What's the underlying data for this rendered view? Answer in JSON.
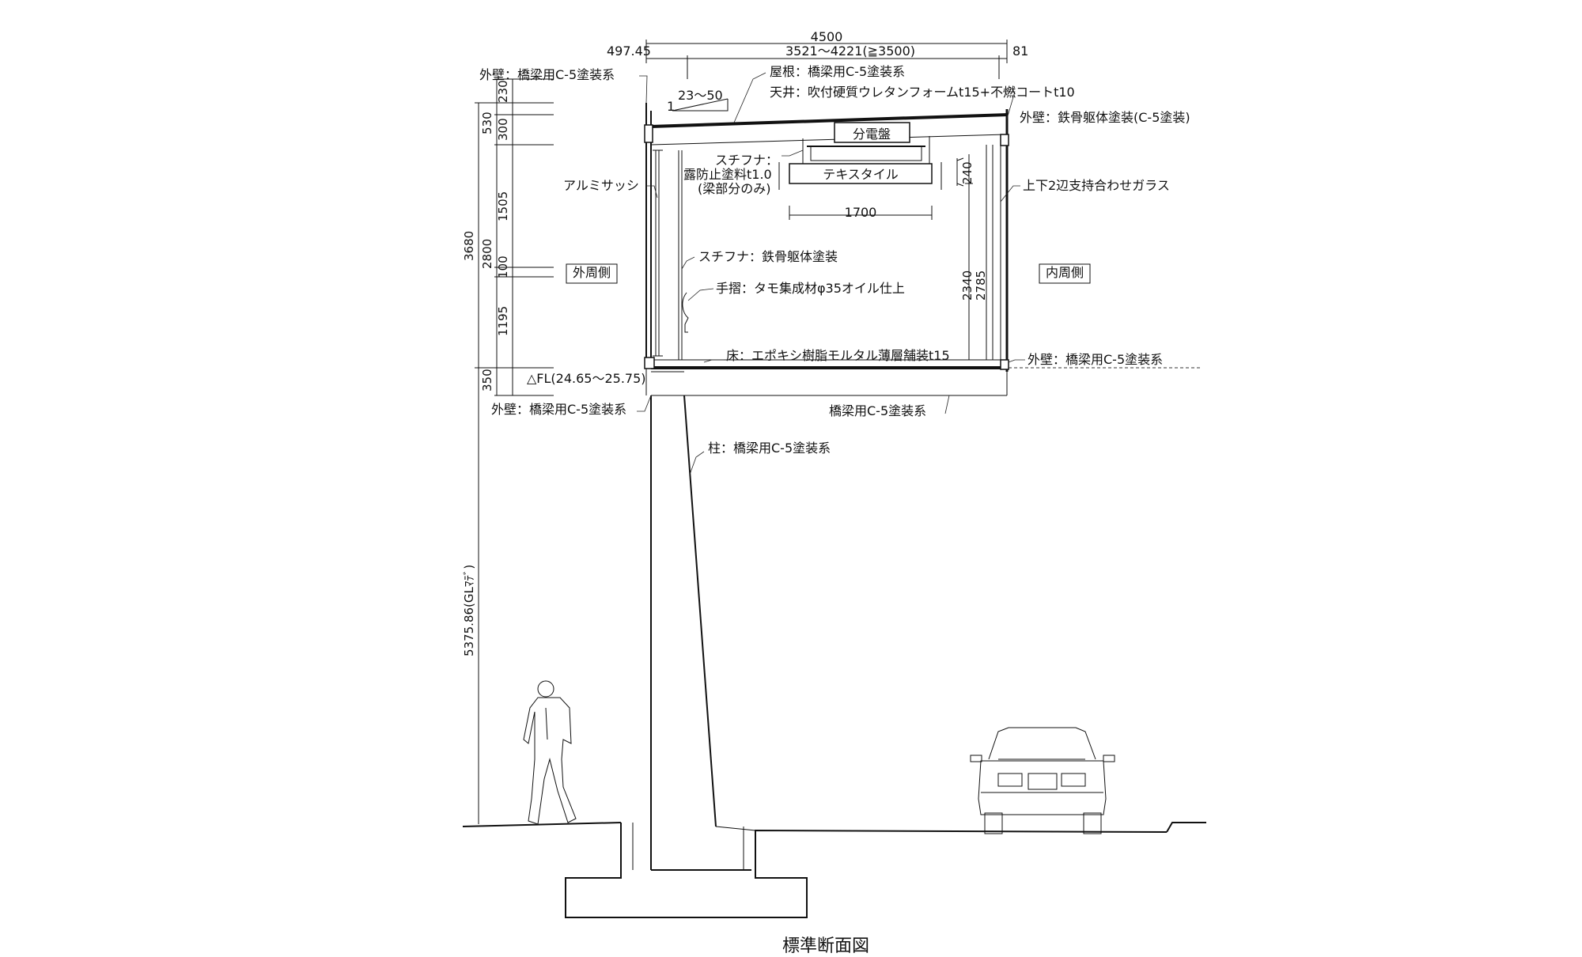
{
  "title": "標準断面図",
  "dimensions": {
    "total_width": "4500",
    "left_offset": "497.45",
    "span": "3521～4221(≧3500)",
    "right_offset": "81",
    "roof_slope_rise": "1",
    "roof_slope_run": "23～50",
    "v_230": "230",
    "v_530": "530",
    "v_300": "300",
    "v_1505": "1505",
    "v_3680": "3680",
    "v_2800": "2800",
    "v_100": "100",
    "v_1195": "1195",
    "v_350": "350",
    "v_240": "240",
    "v_2340": "2340",
    "v_2785": "2785",
    "v_1700": "1700",
    "v_5375": "5375.86(GLﾏﾃﾞ)"
  },
  "labels": {
    "ext_wall_top": "外壁：橋梁用C-5塗装系",
    "roof": "屋根：橋梁用C-5塗装系",
    "ceiling": "天井：吹付硬質ウレタンフォームt15+不燃コートt10",
    "ext_wall_right_top": "外壁：鉄骨躯体塗装(C-5塗装)",
    "panel": "分電盤",
    "stiffener_1": "スチフナ：",
    "anti_dew_1": "露防止塗料t1.0",
    "anti_dew_2": "(梁部分のみ)",
    "textile": "テキスタイル",
    "sash": "アルミサッシ",
    "glass": "上下2辺支持合わせガラス",
    "stiffener_2": "スチフナ：鉄骨躯体塗装",
    "outer_side": "外周側",
    "inner_side": "内周側",
    "handrail": "手摺：タモ集成材φ35オイル仕上",
    "floor": "床：エポキシ樹脂モルタル薄層舗装t15",
    "ext_wall_right_bottom": "外壁：橋梁用C-5塗装系",
    "fl_level": "△FL(24.65～25.75)",
    "ext_wall_left_bottom": "外壁：橋梁用C-5塗装系",
    "bottom_face": "橋梁用C-5塗装系",
    "column": "柱：橋梁用C-5塗装系"
  }
}
